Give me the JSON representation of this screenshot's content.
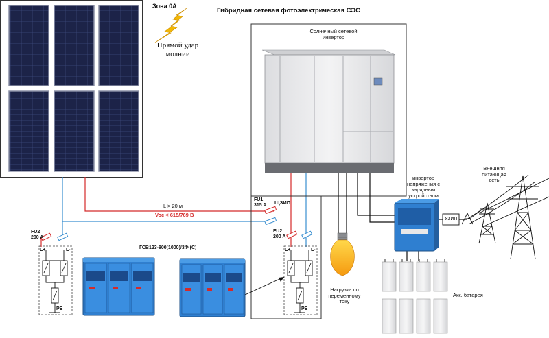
{
  "diagram": {
    "title": "Гибридная сетевая фотоэлектрическая СЭС",
    "zone_label": "Зона 0А",
    "lightning_label_line1": "Прямой удар",
    "lightning_label_line2": "молнии",
    "inverter_label_line1": "Солнечный сетевой",
    "inverter_label_line2": "инвертор",
    "distance_label": "L > 20 м",
    "voltage_label": "Voc < 615/769 В",
    "fu1_label": "FU1",
    "fu1_rating": "315 A",
    "shchzip_label": "ЩЗИП",
    "fu2_left_label": "FU2",
    "fu2_left_rating": "200 A",
    "fu2_right_label": "FU2",
    "fu2_right_rating": "200 A",
    "spd_model": "ГСВ123-800(1000)/3Ф (С)",
    "lplus_left": "L+",
    "lminus_left": "L-",
    "pe_left": "PE",
    "lplus_right": "L+",
    "lminus_right": "L-",
    "pe_right": "PE",
    "charger_label_line1": "инвертор",
    "charger_label_line2": "напряжения с",
    "charger_label_line3": "зарядным",
    "charger_label_line4": "устройством",
    "uzip_label": "УЗИП",
    "grid_label_line1": "Внешняя",
    "grid_label_line2": "питающая",
    "grid_label_line3": "сеть",
    "load_label_line1": "Нагрузка по",
    "load_label_line2": "переменному",
    "load_label_line3": "току",
    "battery_label": "Акк. батарея"
  },
  "colors": {
    "red_line": "#d42a2a",
    "blue_line": "#3a8fd0",
    "panel_fill": "#1c2348",
    "device_blue": "#2f7fd0",
    "lightning": "#f2b705"
  }
}
